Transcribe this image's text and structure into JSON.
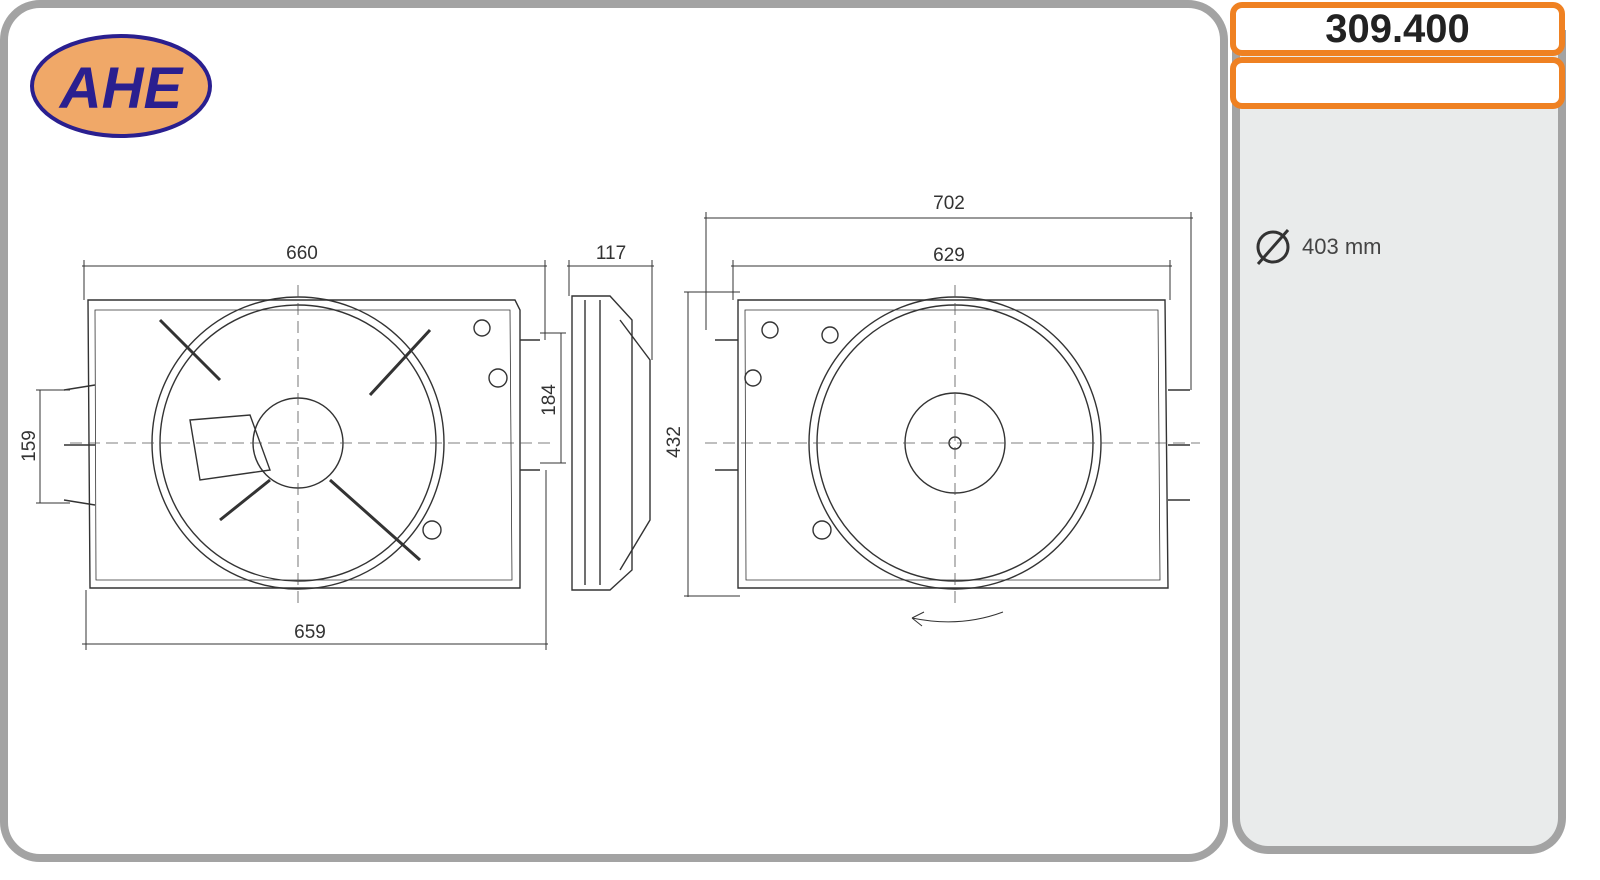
{
  "brand": {
    "logo_text": "AHE",
    "logo_colors": {
      "ring": "#2a1f8f",
      "fill": "#f0a868",
      "text": "#2a1f8f"
    }
  },
  "part_number": "309.400",
  "subtitle": "",
  "spec": {
    "icon": "diameter-icon",
    "value": "403 mm"
  },
  "dimensions": {
    "front_width_top": "660",
    "front_width_bottom": "659",
    "front_left_height": "159",
    "front_right_height": "184",
    "side_depth": "117",
    "side_height": "432",
    "rear_width_outer": "702",
    "rear_width_inner": "629"
  },
  "colors": {
    "accent": "#ef8122",
    "frame": "#a3a3a3",
    "panel": "#e9ebeb"
  }
}
